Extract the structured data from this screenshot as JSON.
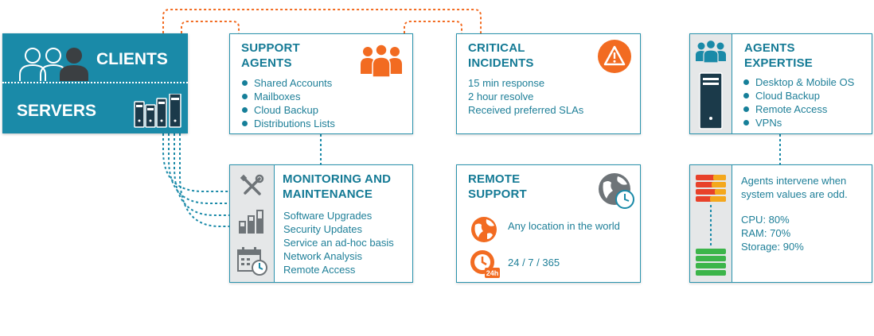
{
  "clients_servers": {
    "clients_label": "CLIENTS",
    "servers_label": "SERVERS"
  },
  "support_agents": {
    "title_line1": "SUPPORT",
    "title_line2": "AGENTS",
    "items": [
      "Shared Accounts",
      "Mailboxes",
      "Cloud Backup",
      "Distributions Lists"
    ]
  },
  "critical_incidents": {
    "title_line1": "CRITICAL",
    "title_line2": "INCIDENTS",
    "lines": [
      "15 min response",
      "2 hour resolve",
      "Received preferred SLAs"
    ]
  },
  "agents_expertise": {
    "title_line1": "AGENTS",
    "title_line2": "EXPERTISE",
    "items": [
      "Desktop & Mobile OS",
      "Cloud Backup",
      "Remote Access",
      "VPNs"
    ]
  },
  "monitoring": {
    "title_line1": "MONITORING AND",
    "title_line2": "MAINTENANCE",
    "lines": [
      "Software Upgrades",
      "Security Updates",
      "Service an ad-hoc basis",
      "Network Analysis",
      "Remote Access"
    ]
  },
  "remote_support": {
    "title_line1": "REMOTE",
    "title_line2": "SUPPORT",
    "location_text": "Any location in the world",
    "hours_text": "24 / 7 / 365",
    "badge_text": "24h"
  },
  "agents_intervene": {
    "line1": "Agents intervene when",
    "line2": "system values are odd.",
    "cpu": "CPU: 80%",
    "ram": "RAM: 70%",
    "storage": "Storage: 90%"
  },
  "colors": {
    "teal": "#1a8aa8",
    "orange": "#f26b21",
    "gray": "#6e7478",
    "green": "#3cb54a",
    "red": "#e8412a",
    "yellow": "#f4a81d"
  }
}
